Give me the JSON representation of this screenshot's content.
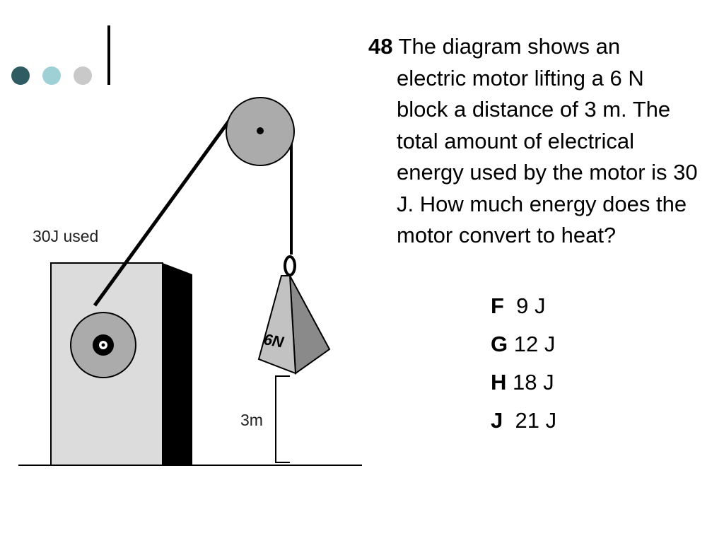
{
  "slide": {
    "bullet_colors": [
      "#2f5b63",
      "#9fd0d6",
      "#c9c9c9"
    ],
    "accent_color": "#000000"
  },
  "diagram": {
    "energy_label": "30J used",
    "block_label": "6N",
    "distance_label": "3m",
    "colors": {
      "motor_front": "#dcdcdc",
      "motor_side": "#000000",
      "pulley": "#ababab",
      "block_front": "#c2c2c2",
      "block_side": "#8a8a8a"
    }
  },
  "question": {
    "number": "48",
    "first_line": " The diagram shows an",
    "body": "electric motor lifting a 6 N block a distance of 3 m. The total amount of electrical energy used by the motor is 30 J. How much energy does the motor convert to heat?"
  },
  "answers": [
    {
      "letter": "F",
      "text": "  9 J"
    },
    {
      "letter": "G",
      "text": " 12 J"
    },
    {
      "letter": "H",
      "text": " 18 J"
    },
    {
      "letter": "J",
      "text": "  21 J"
    }
  ]
}
